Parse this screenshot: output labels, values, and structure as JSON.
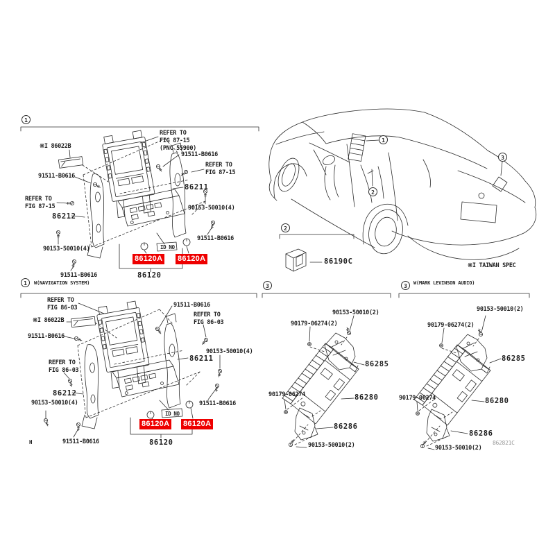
{
  "palette": {
    "line": "#2b2b2b",
    "highlight_bg": "#ee0000",
    "highlight_text": "#ffffff",
    "code_gray": "#9a9a9a"
  },
  "sections": {
    "s1": {
      "marker": "1",
      "labels": {
        "refer_top": "REFER TO\nFIG 87-15\n(PNC 55900)",
        "part_86022b": "※I 86022B",
        "bolt_top_right": "91511-B0616",
        "refer_right": "REFER TO\nFIG 87-15",
        "part_86211": "86211",
        "screw_right": "90153-50010(4)",
        "bolt_right": "91511-B0616",
        "bolt_left": "91511-B0616",
        "refer_left": "REFER TO\nFIG 87-15",
        "part_86212": "86212",
        "screw_left": "90153-50010(4)",
        "bolt_bottom": "91511-B0616",
        "knob_a": "86120A",
        "knob_b": "86120A",
        "id_no": "ID NO",
        "part_86120": "86120"
      }
    },
    "car": {
      "marker_dash": "1",
      "marker_console": "2",
      "marker_rear": "3",
      "marker_switch_section": "2",
      "part_86190c": "86190C",
      "taiwan_note": "※I TAIWAN SPEC"
    },
    "s2": {
      "marker": "1",
      "title": "W(NAVIGATION SYSTEM)",
      "labels": {
        "refer_top": "REFER TO\nFIG 86-03",
        "bolt_top_right": "91511-B0616",
        "refer_right": "REFER TO\nFIG 86-03",
        "part_86022b": "※I 86022B",
        "bolt_left": "91511-B0616",
        "screw_right": "90153-50010(4)",
        "part_86211": "86211",
        "refer_left": "REFER TO\nFIG 86-03",
        "part_86212": "86212",
        "screw_left": "90153-50010(4)",
        "bolt_right": "91511-B0616",
        "knob_a": "86120A",
        "knob_b": "86120A",
        "id_no": "ID NO",
        "bolt_bottom": "91511-B0616",
        "h_note": "H",
        "part_86120": "86120"
      }
    },
    "s3a": {
      "marker": "3",
      "labels": {
        "screw_top": "90153-50010(2)",
        "nut_top": "90179-06274(2)",
        "part_86285": "86285",
        "nut_left": "90179-06274",
        "part_86280": "86280",
        "part_86286": "86286",
        "screw_bottom": "90153-50010(2)"
      }
    },
    "s3b": {
      "marker": "3",
      "title": "W(MARK LEVINSON AUDIO)",
      "labels": {
        "screw_top": "90153-50010(2)",
        "nut_top": "90179-06274(2)",
        "part_86285": "86285",
        "nut_left": "90179-06274",
        "part_86280": "86280",
        "part_86286": "86286",
        "screw_bottom": "90153-50010(2)"
      },
      "figure_code": "862821C"
    }
  }
}
